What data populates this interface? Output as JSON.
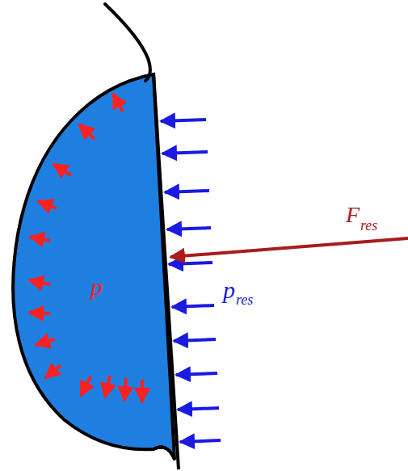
{
  "diagram": {
    "labels": [
      "p",
      "F",
      "res",
      "p",
      "res"
    ]
  }
}
